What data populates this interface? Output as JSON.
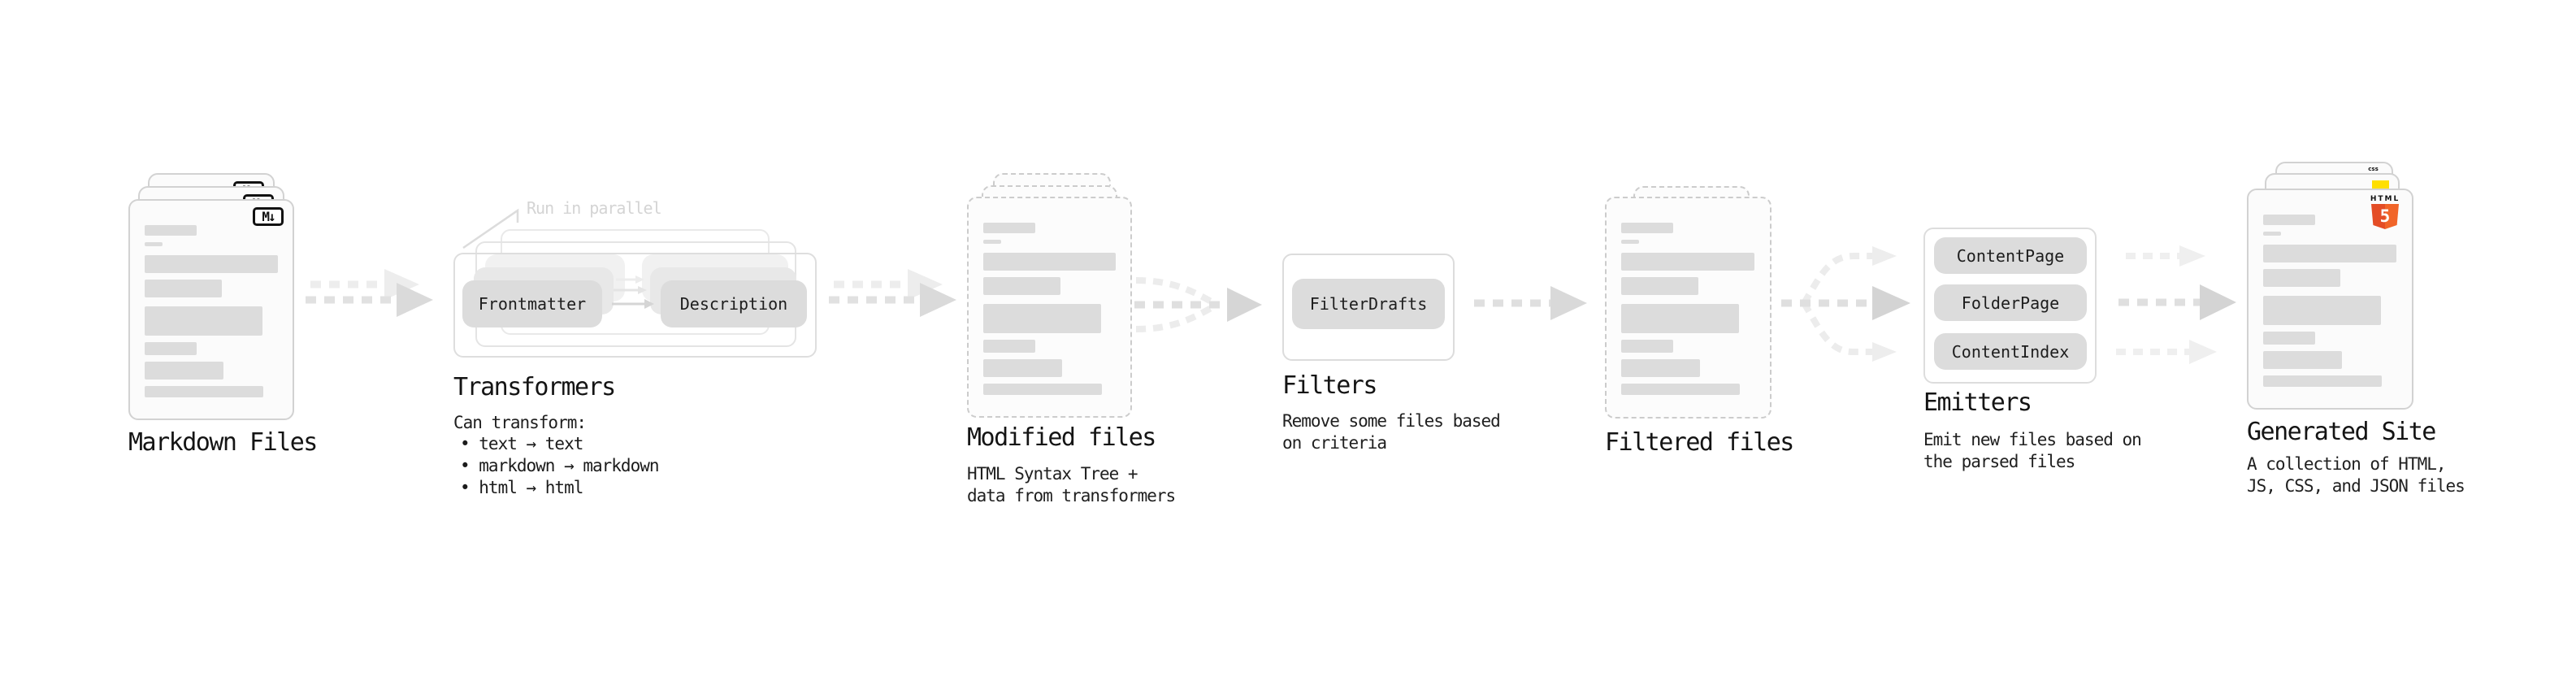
{
  "stages": {
    "markdown_files": {
      "title": "Markdown Files",
      "icon_label": "M↓"
    },
    "transformers": {
      "title": "Transformers",
      "annotation": "Run in parallel",
      "pill_left": "Frontmatter",
      "pill_right": "Description",
      "heading": "Can transform:",
      "bullets": [
        "• text → text",
        "• markdown → markdown",
        "• html → html"
      ]
    },
    "modified_files": {
      "title": "Modified files",
      "subtitle": "HTML Syntax Tree +\ndata from transformers"
    },
    "filters": {
      "title": "Filters",
      "pill": "FilterDrafts",
      "subtitle": "Remove some files based\non criteria"
    },
    "filtered_files": {
      "title": "Filtered files"
    },
    "emitters": {
      "title": "Emitters",
      "pills": [
        "ContentPage",
        "FolderPage",
        "ContentIndex"
      ],
      "subtitle": "Emit new files based on\nthe parsed files"
    },
    "generated_site": {
      "title": "Generated Site",
      "subtitle": "A collection of HTML,\nJS, CSS, and JSON files",
      "html5_word": "HTML",
      "html5_number": "5",
      "css_word": "css"
    }
  },
  "colors": {
    "html5_orange": "#e44d26",
    "js_yellow": "#ffdf00",
    "css_blue": "#2d6fe0",
    "pill_gray": "#dcdcdc",
    "arrow_gray": "#d6d6d6",
    "ghost_gray": "#ededed"
  }
}
